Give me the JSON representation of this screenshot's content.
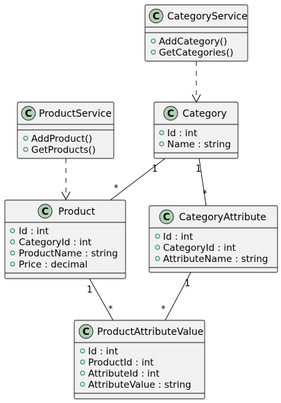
{
  "diagram": {
    "classes": {
      "category_service": {
        "badge": "C",
        "name": "CategoryService",
        "members": [
          "AddCategory()",
          "GetCategories()"
        ]
      },
      "product_service": {
        "badge": "C",
        "name": "ProductService",
        "members": [
          "AddProduct()",
          "GetProducts()"
        ]
      },
      "category": {
        "badge": "C",
        "name": "Category",
        "members": [
          "Id : int",
          "Name : string"
        ]
      },
      "product": {
        "badge": "C",
        "name": "Product",
        "members": [
          "Id : int",
          "CategoryId : int",
          "ProductName : string",
          "Price : decimal"
        ]
      },
      "category_attribute": {
        "badge": "C",
        "name": "CategoryAttribute",
        "members": [
          "Id : int",
          "CategoryId : int",
          "AttributeName : string"
        ]
      },
      "product_attribute_value": {
        "badge": "C",
        "name": "ProductAttributeValue",
        "members": [
          "Id : int",
          "ProductId : int",
          "AttributeId : int",
          "AttributeValue : string"
        ]
      }
    },
    "multiplicities": {
      "category_product_one": "1",
      "category_product_many": "*",
      "category_attr_one": "1",
      "category_attr_many": "*",
      "product_value_one": "1",
      "product_value_many": "*",
      "attr_value_one": "1",
      "attr_value_many": "*"
    },
    "colors": {
      "class_fill": "#f1f1f1",
      "class_border": "#181818",
      "badge_fill": "#add1b2",
      "public_marker": "#038048"
    }
  }
}
